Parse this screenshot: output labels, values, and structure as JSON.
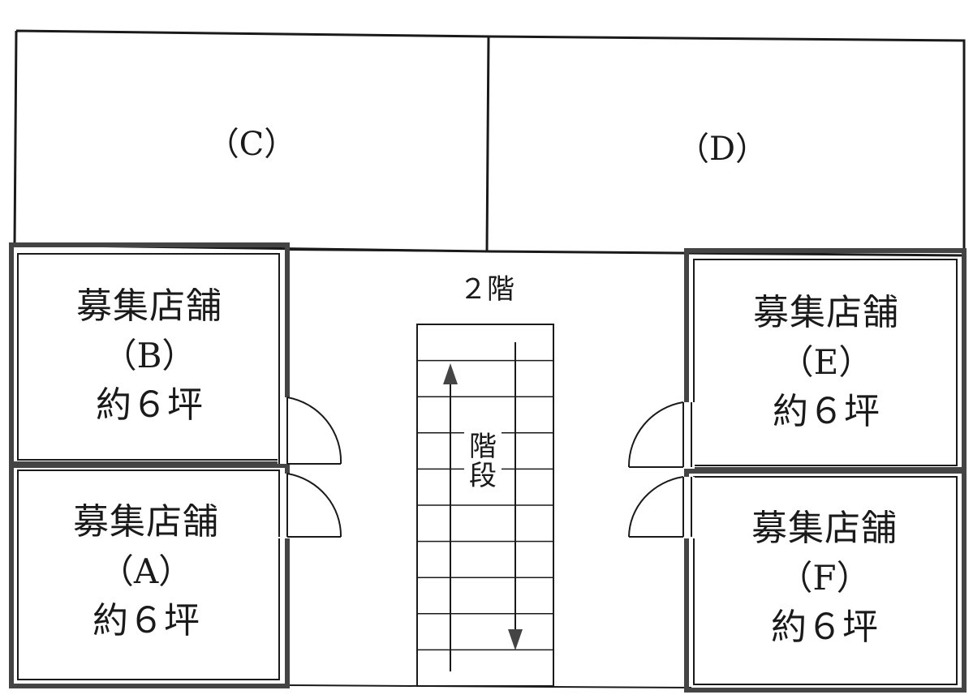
{
  "floor_label": "２階",
  "stairs_label": [
    "階",
    "段"
  ],
  "units": {
    "c": "（C）",
    "d": "（D）"
  },
  "shops": [
    {
      "id": "B",
      "title": "募集店舗",
      "code": "（B）",
      "area": "約６坪"
    },
    {
      "id": "A",
      "title": "募集店舗",
      "code": "（A）",
      "area": "約６坪"
    },
    {
      "id": "E",
      "title": "募集店舗",
      "code": "（E）",
      "area": "約６坪"
    },
    {
      "id": "F",
      "title": "募集店舗",
      "code": "（F）",
      "area": "約６坪"
    }
  ]
}
